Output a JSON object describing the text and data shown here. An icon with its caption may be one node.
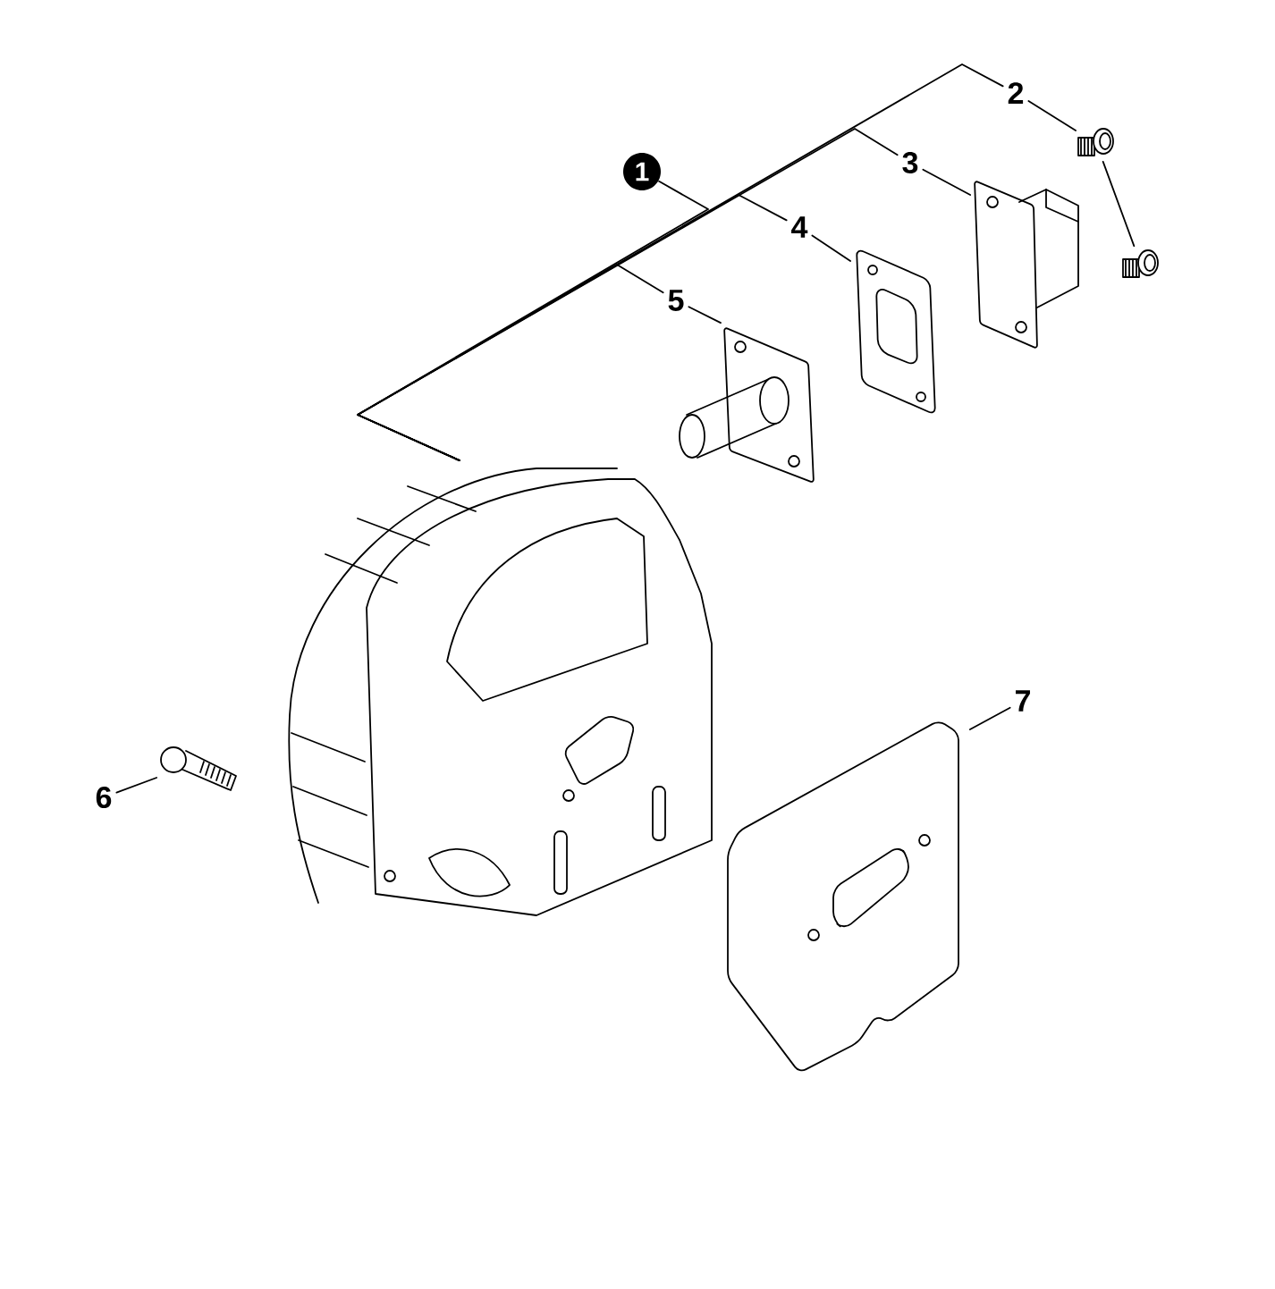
{
  "diagram": {
    "nodes": [
      {
        "text": [
          "1"
        ]
      },
      {
        "text": [
          "2"
        ]
      },
      {
        "text": [
          "3"
        ]
      },
      {
        "text": [
          "4"
        ]
      },
      {
        "text": [
          "5"
        ]
      },
      {
        "text": [
          "6"
        ]
      },
      {
        "text": [
          "7"
        ]
      },
      {
        "text": [],
        "shape": "picture"
      },
      {
        "text": [],
        "shape": "picture"
      },
      {
        "text": [],
        "shape": "picture"
      },
      {
        "text": [],
        "shape": "picture"
      },
      {
        "text": [],
        "shape": "picture"
      },
      {
        "text": [],
        "shape": "picture"
      },
      {
        "text": [],
        "shape": "picture"
      },
      {
        "text": [],
        "shape": "picture"
      }
    ],
    "edges": [
      {
        "from": 0,
        "to": 7,
        "arrow": "none"
      },
      {
        "from": 1,
        "to": 7,
        "arrow": "none"
      },
      {
        "from": 2,
        "to": 7,
        "arrow": "none"
      },
      {
        "from": 3,
        "to": 7,
        "arrow": "none"
      },
      {
        "from": 4,
        "to": 7,
        "arrow": "none"
      },
      {
        "from": 1,
        "to": 8,
        "arrow": "none"
      },
      {
        "from": 8,
        "to": 9,
        "arrow": "none"
      },
      {
        "from": 2,
        "to": 10,
        "arrow": "none"
      },
      {
        "from": 3,
        "to": 11,
        "arrow": "none"
      },
      {
        "from": 4,
        "to": 12,
        "arrow": "none"
      },
      {
        "from": 5,
        "to": 13,
        "arrow": "none"
      },
      {
        "from": 6,
        "to": 14,
        "arrow": "none"
      }
    ]
  }
}
